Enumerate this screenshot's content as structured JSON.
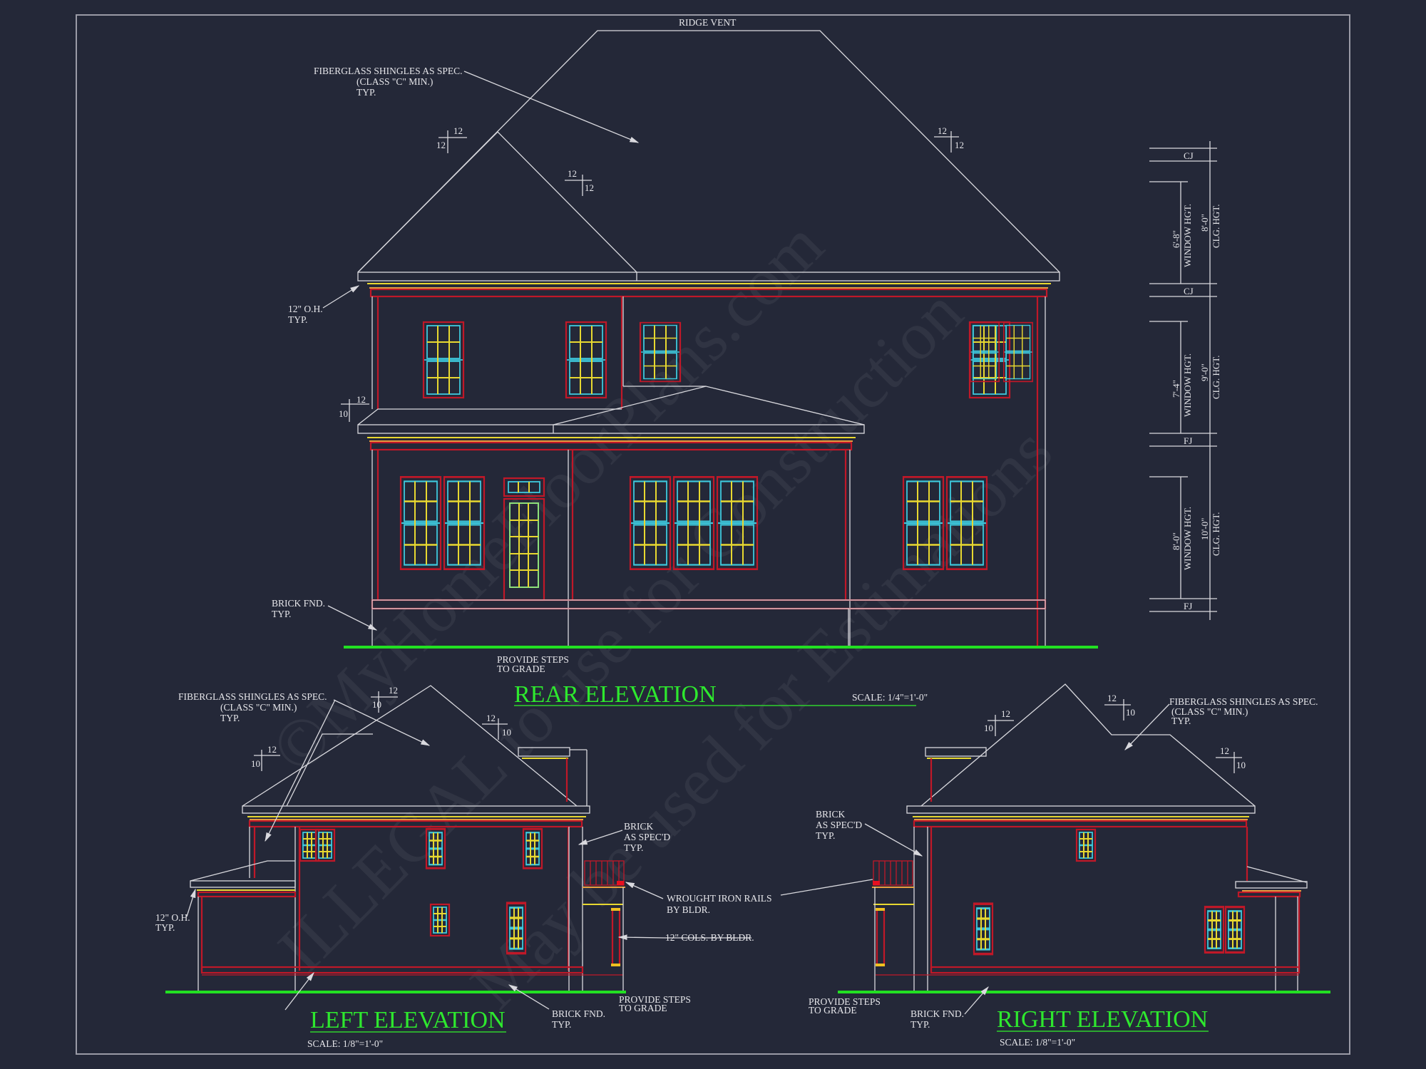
{
  "sheet": {
    "background": "#242838",
    "colors": {
      "lines": "#d9d9de",
      "brick": "#c01828",
      "trim": "#e8d830",
      "sash": "#3ec8dc",
      "grade": "#22e022",
      "title": "#2ee82e"
    }
  },
  "watermark": {
    "line1": "©MyHomeFloorPlans.com",
    "line2": "ILLEGAL to use for Construction",
    "line3": "May be used for Estimations"
  },
  "rear_elevation": {
    "title": "REAR ELEVATION",
    "scale": "SCALE: 1/4\"=1'-0\"",
    "notes": {
      "ridge_vent": "RIDGE VENT",
      "shingles_1": "FIBERGLASS SHINGLES AS SPEC.",
      "shingles_2": "(CLASS \"C\" MIN.)",
      "shingles_3": "TYP.",
      "overhang_1": "12\" O.H.",
      "overhang_2": "TYP.",
      "brick_fnd_1": "BRICK FND.",
      "brick_fnd_2": "TYP.",
      "steps_1": "PROVIDE STEPS",
      "steps_2": "TO GRADE"
    },
    "pitches": [
      {
        "rise": "12",
        "run": "12"
      },
      {
        "rise": "12",
        "run": "12"
      },
      {
        "rise": "12",
        "run": "12"
      },
      {
        "rise": "10",
        "run": "12"
      }
    ]
  },
  "height_dims": {
    "cj_top": "CJ",
    "upper_window": "6'-8\"",
    "upper_window_label": "WINDOW HGT.",
    "upper_ceiling": "8'-0\"",
    "upper_ceiling_label": "CLG. HGT.",
    "cj_mid": "CJ",
    "main_window": "7'-4\"",
    "main_window_label": "WINDOW HGT.",
    "main_ceiling": "9'-0\"",
    "main_ceiling_label": "CLG. HGT.",
    "fj_mid": "FJ",
    "lower_window": "8'-0\"",
    "lower_window_label": "WINDOW HGT.",
    "lower_ceiling": "10'-0\"",
    "lower_ceiling_label": "CLG. HGT.",
    "fj_bottom": "FJ"
  },
  "left_elevation": {
    "title": "LEFT ELEVATION",
    "scale": "SCALE: 1/8\"=1'-0\"",
    "notes": {
      "shingles_1": "FIBERGLASS SHINGLES AS SPEC.",
      "shingles_2": "(CLASS \"C\" MIN.)",
      "shingles_3": "TYP.",
      "overhang_1": "12\" O.H.",
      "overhang_2": "TYP.",
      "brick_1": "BRICK",
      "brick_2": "AS SPEC'D",
      "brick_3": "TYP.",
      "rails_1": "WROUGHT IRON RAILS",
      "rails_2": "BY BLDR.",
      "cols": "12\" COLS. BY BLDR.",
      "brick_fnd_1": "BRICK FND.",
      "brick_fnd_2": "TYP.",
      "steps_1": "PROVIDE STEPS",
      "steps_2": "TO GRADE"
    },
    "pitches": [
      {
        "rise": "10",
        "run": "12"
      },
      {
        "rise": "10",
        "run": "12"
      },
      {
        "rise": "10",
        "run": "12"
      }
    ]
  },
  "right_elevation": {
    "title": "RIGHT ELEVATION",
    "scale": "SCALE: 1/8\"=1'-0\"",
    "notes": {
      "shingles_1": "FIBERGLASS SHINGLES AS SPEC.",
      "shingles_2": "(CLASS \"C\" MIN.)",
      "shingles_3": "TYP.",
      "brick_1": "BRICK",
      "brick_2": "AS SPEC'D",
      "brick_3": "TYP.",
      "steps_1": "PROVIDE STEPS",
      "steps_2": "TO GRADE",
      "brick_fnd_1": "BRICK FND.",
      "brick_fnd_2": "TYP."
    },
    "pitches": [
      {
        "rise": "10",
        "run": "12"
      },
      {
        "rise": "10",
        "run": "12"
      },
      {
        "rise": "10",
        "run": "12"
      }
    ]
  }
}
